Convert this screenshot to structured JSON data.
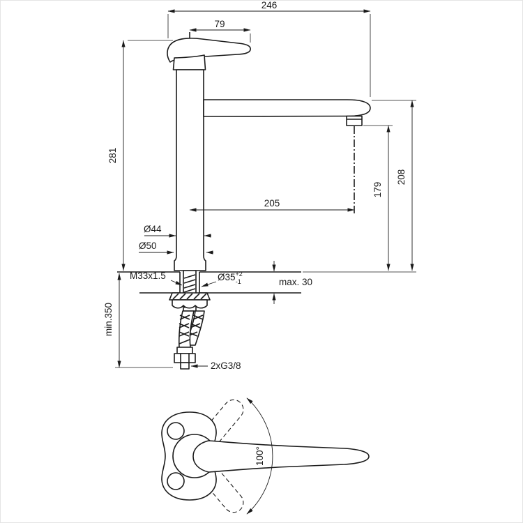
{
  "page": {
    "background": "#ffffff",
    "line_color": "#1a1a1a"
  },
  "side_view": {
    "dims": {
      "overall_reach": "246",
      "handle_length": "79",
      "total_height": "281",
      "spout_reach": "205",
      "outlet_height": "179",
      "spout_height": "208",
      "body_diameter": "Ø44",
      "base_diameter": "Ø50",
      "thread_spec": "M33x1.5",
      "hole_diameter": "Ø35",
      "hole_tolerance_plus": "+2",
      "hole_tolerance_minus": "-1",
      "max_deck_thickness": "max. 30",
      "min_hose_length": "min.350",
      "connection_spec": "2xG3/8"
    }
  },
  "plan_view": {
    "swivel_angle": "100°"
  }
}
